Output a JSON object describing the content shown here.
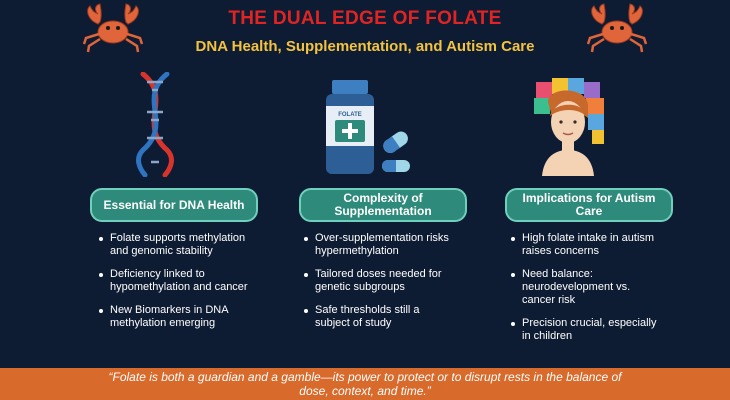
{
  "header": {
    "title": "THE DUAL EDGE OF FOLATE",
    "subtitle": "DNA Health, Supplementation, and Autism Care"
  },
  "columns": [
    {
      "heading": "Essential for DNA Health",
      "icon": "dna-helix-icon",
      "bullets": [
        "Folate supports methylation and genomic stability",
        "Deficiency linked to hypomethylation and cancer",
        "New Biomarkers in DNA methylation emerging"
      ]
    },
    {
      "heading": "Complexity of Supplementation",
      "icon": "folate-bottle-icon",
      "bottle_label": "FOLATE",
      "bullets": [
        "Over-supplementation risks hypermethylation",
        "Tailored doses needed for genetic subgroups",
        "Safe thresholds still a subject of study"
      ]
    },
    {
      "heading": "Implications for Autism Care",
      "icon": "puzzle-head-icon",
      "bullets": [
        "High folate intake in autism raises concerns",
        "Need balance: neurodevelopment vs. cancer risk",
        "Precision crucial, especially in children"
      ]
    }
  ],
  "footer": {
    "quote": "“Folate is both a guardian and a gamble—its power to protect or to disrupt rests in the balance of dose, context, and time.”"
  },
  "colors": {
    "background": "#0e1c33",
    "title": "#e02424",
    "subtitle": "#f3c33f",
    "badge": "#2e8a7a",
    "footer": "#d86a2b"
  }
}
